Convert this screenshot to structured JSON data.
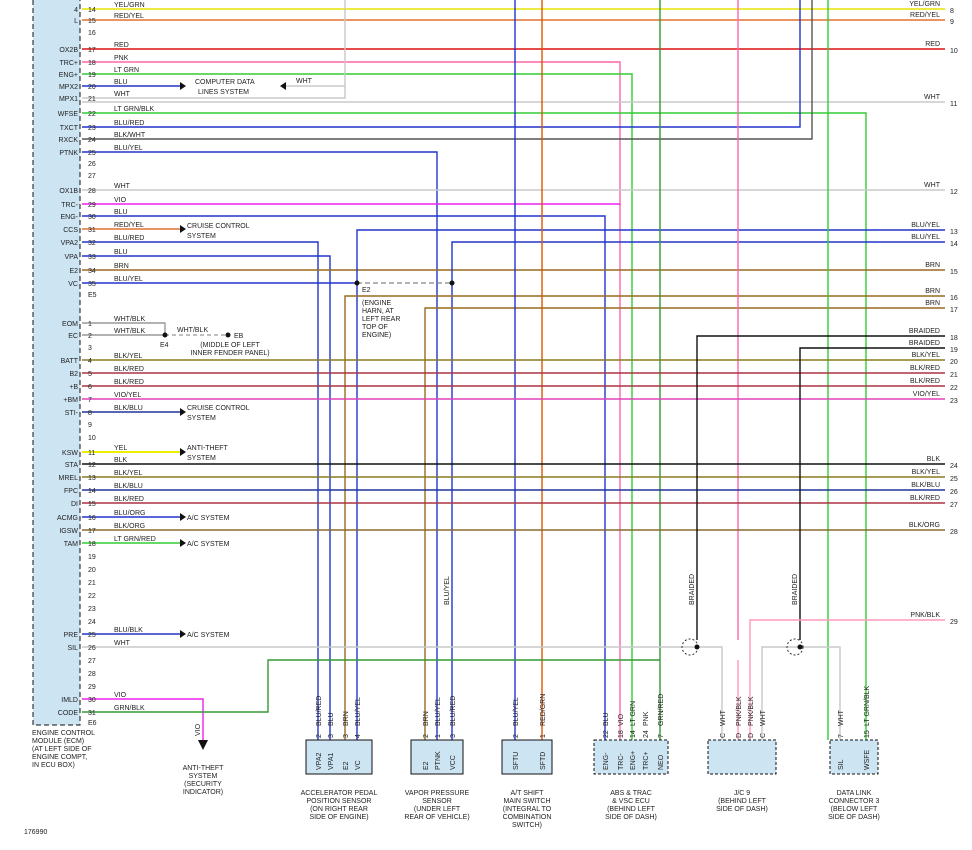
{
  "diagram_id": "176990",
  "ecm": {
    "top_pins": [
      {
        "name": "4",
        "num": "14",
        "color": "YEL/GRN"
      },
      {
        "name": "L",
        "num": "15",
        "color": "RED/YEL"
      },
      {
        "name": "",
        "num": "16",
        "color": ""
      },
      {
        "name": "OX2B",
        "num": "17",
        "color": "RED"
      },
      {
        "name": "TRC+",
        "num": "18",
        "color": "PNK"
      },
      {
        "name": "ENG+",
        "num": "19",
        "color": "LT GRN"
      },
      {
        "name": "MPX2",
        "num": "20",
        "color": "BLU"
      },
      {
        "name": "MPX1",
        "num": "21",
        "color": "WHT"
      },
      {
        "name": "WFSE",
        "num": "22",
        "color": "LT GRN/BLK"
      },
      {
        "name": "TXCT",
        "num": "23",
        "color": "BLU/RED"
      },
      {
        "name": "RXCK",
        "num": "24",
        "color": "BLK/WHT"
      },
      {
        "name": "PTNK",
        "num": "25",
        "color": "BLU/YEL"
      },
      {
        "name": "",
        "num": "26",
        "color": ""
      },
      {
        "name": "",
        "num": "27",
        "color": ""
      },
      {
        "name": "OX1B",
        "num": "28",
        "color": "WHT"
      },
      {
        "name": "TRC-",
        "num": "29",
        "color": "VIO"
      },
      {
        "name": "ENG-",
        "num": "30",
        "color": "BLU"
      },
      {
        "name": "CCS",
        "num": "31",
        "color": "RED/YEL"
      },
      {
        "name": "VPA2",
        "num": "32",
        "color": "BLU/RED"
      },
      {
        "name": "VPA",
        "num": "33",
        "color": "BLU"
      },
      {
        "name": "E2",
        "num": "34",
        "color": "BRN"
      },
      {
        "name": "VC",
        "num": "35",
        "color": "BLU/YEL"
      },
      {
        "name": "",
        "num": "E5",
        "color": ""
      }
    ],
    "bottom_pins": [
      {
        "name": "EOM",
        "num": "1",
        "color": "WHT/BLK"
      },
      {
        "name": "EC",
        "num": "2",
        "color": "WHT/BLK"
      },
      {
        "name": "",
        "num": "3",
        "color": ""
      },
      {
        "name": "BATT",
        "num": "4",
        "color": "BLK/YEL"
      },
      {
        "name": "B2",
        "num": "5",
        "color": "BLK/RED"
      },
      {
        "name": "+B",
        "num": "6",
        "color": "BLK/RED"
      },
      {
        "name": "+BM",
        "num": "7",
        "color": "VIO/YEL"
      },
      {
        "name": "STI-",
        "num": "8",
        "color": "BLK/BLU"
      },
      {
        "name": "",
        "num": "9",
        "color": ""
      },
      {
        "name": "",
        "num": "10",
        "color": ""
      },
      {
        "name": "KSW",
        "num": "11",
        "color": "YEL"
      },
      {
        "name": "STA",
        "num": "12",
        "color": "BLK"
      },
      {
        "name": "MREL",
        "num": "13",
        "color": "BLK/YEL"
      },
      {
        "name": "FPC",
        "num": "14",
        "color": "BLK/BLU"
      },
      {
        "name": "DI",
        "num": "15",
        "color": "BLK/RED"
      },
      {
        "name": "ACMG",
        "num": "16",
        "color": "BLU/ORG"
      },
      {
        "name": "IGSW",
        "num": "17",
        "color": "BLK/ORG"
      },
      {
        "name": "TAM",
        "num": "18",
        "color": "LT GRN/RED"
      },
      {
        "name": "",
        "num": "19",
        "color": ""
      },
      {
        "name": "",
        "num": "20",
        "color": ""
      },
      {
        "name": "",
        "num": "21",
        "color": ""
      },
      {
        "name": "",
        "num": "22",
        "color": ""
      },
      {
        "name": "",
        "num": "23",
        "color": ""
      },
      {
        "name": "",
        "num": "24",
        "color": ""
      },
      {
        "name": "PRE",
        "num": "25",
        "color": "BLU/BLK"
      },
      {
        "name": "SIL",
        "num": "26",
        "color": "WHT"
      },
      {
        "name": "",
        "num": "27",
        "color": ""
      },
      {
        "name": "",
        "num": "28",
        "color": ""
      },
      {
        "name": "",
        "num": "29",
        "color": ""
      },
      {
        "name": "IMLD",
        "num": "30",
        "color": "VIO"
      },
      {
        "name": "CODE",
        "num": "31",
        "color": "GRN/BLK"
      },
      {
        "name": "",
        "num": "E6",
        "color": ""
      }
    ],
    "label": [
      "ENGINE CONTROL",
      "MODULE (ECM)",
      "(AT LEFT SIDE OF",
      "ENGINE COMPT,",
      "IN ECU BOX)"
    ]
  },
  "right_edge": [
    {
      "color": "YEL/GRN",
      "ref": "8"
    },
    {
      "color": "RED/YEL",
      "ref": "9"
    },
    {
      "color": "RED",
      "ref": "10"
    },
    {
      "color": "WHT",
      "ref": "11"
    },
    {
      "color": "WHT",
      "ref": "12"
    },
    {
      "color": "BLU/YEL",
      "ref": "13"
    },
    {
      "color": "BLU/YEL",
      "ref": "14"
    },
    {
      "color": "BRN",
      "ref": "15"
    },
    {
      "color": "BRN",
      "ref": "16"
    },
    {
      "color": "BRN",
      "ref": "17"
    },
    {
      "color": "BRAIDED",
      "ref": "18"
    },
    {
      "color": "BRAIDED",
      "ref": "19"
    },
    {
      "color": "BLK/YEL",
      "ref": "20"
    },
    {
      "color": "BLK/RED",
      "ref": "21"
    },
    {
      "color": "BLK/RED",
      "ref": "22"
    },
    {
      "color": "VIO/YEL",
      "ref": "23"
    },
    {
      "color": "BLK",
      "ref": "24"
    },
    {
      "color": "BLK/YEL",
      "ref": "25"
    },
    {
      "color": "BLK/BLU",
      "ref": "26"
    },
    {
      "color": "BLK/RED",
      "ref": "27"
    },
    {
      "color": "BLK/ORG",
      "ref": "28"
    },
    {
      "color": "PNK/BLK",
      "ref": "29"
    }
  ],
  "systems": {
    "computer_data": [
      "COMPUTER DATA",
      "LINES SYSTEM"
    ],
    "computer_data_wire": "WHT",
    "cruise1": [
      "CRUISE CONTROL",
      "SYSTEM"
    ],
    "cruise2": [
      "CRUISE CONTROL",
      "SYSTEM"
    ],
    "anti_theft": [
      "ANTI-THEFT",
      "SYSTEM"
    ],
    "ac1": "A/C SYSTEM",
    "ac2": "A/C SYSTEM",
    "ac3": "A/C SYSTEM",
    "anti_theft_indicator": [
      "ANTI-THEFT",
      "SYSTEM",
      "(SECURITY",
      "INDICATOR)"
    ],
    "anti_theft_indicator_wire": "VIO"
  },
  "grounds": {
    "e2": {
      "label": "E2",
      "desc": [
        "(ENGINE",
        "HARN, AT",
        "LEFT REAR",
        "TOP OF",
        "ENGINE)"
      ]
    },
    "eb": {
      "wire": "WHT/BLK",
      "label": "EB",
      "sub": "E4",
      "desc": [
        "(MIDDLE OF LEFT",
        "INNER FENDER PANEL)"
      ]
    }
  },
  "components": [
    {
      "id": "accel",
      "pins": [
        [
          "2",
          "BLU/RED",
          "VPA2"
        ],
        [
          "3",
          "BLU",
          "VPA1"
        ],
        [
          "3",
          "BRN",
          "E2"
        ],
        [
          "4",
          "BLU/YEL",
          "VC"
        ]
      ],
      "label": [
        "ACCELERATOR PEDAL",
        "POSITION SENSOR",
        "(ON RIGHT REAR",
        "SIDE OF ENGINE)"
      ]
    },
    {
      "id": "vapor",
      "pins": [
        [
          "2",
          "BRN",
          "E2"
        ],
        [
          "1",
          "BLU/YEL",
          "PTNK"
        ],
        [
          "3",
          "BLU/RED",
          "VCC"
        ]
      ],
      "label": [
        "VAPOR PRESSURE",
        "SENSOR",
        "(UNDER LEFT",
        "REAR OF VEHICLE)"
      ]
    },
    {
      "id": "at_shift",
      "pins": [
        [
          "2",
          "BLU/YEL",
          "SFTU"
        ],
        [
          "1",
          "RED/GRN",
          "SFTD"
        ]
      ],
      "label": [
        "A/T SHIFT",
        "MAIN SWITCH",
        "(INTEGRAL TO",
        "COMBINATION",
        "SWITCH)"
      ]
    },
    {
      "id": "abs",
      "pins": [
        [
          "22",
          "BLU",
          "ENG-"
        ],
        [
          "18",
          "VIO",
          "TRC-"
        ],
        [
          "14",
          "LT GRN",
          "ENG+"
        ],
        [
          "24",
          "PNK",
          "TRC+"
        ],
        [
          "7",
          "GRN/RED",
          "NEO"
        ]
      ],
      "label": [
        "ABS & TRAC",
        "& VSC ECU",
        "(BEHIND LEFT",
        "SIDE OF DASH)"
      ]
    },
    {
      "id": "jc9",
      "pins": [
        [
          "C",
          "WHT",
          ""
        ],
        [
          "D",
          "PNK/BLK",
          ""
        ],
        [
          "D",
          "PNK/BLK",
          ""
        ],
        [
          "C",
          "WHT",
          ""
        ]
      ],
      "label": [
        "J/C 9",
        "(BEHIND LEFT",
        "SIDE OF DASH)"
      ]
    },
    {
      "id": "dlc3",
      "pins": [
        [
          "7",
          "WHT",
          "SIL"
        ],
        [
          "15",
          "LT GRN/BLK",
          "WSFE"
        ]
      ],
      "label": [
        "DATA LINK",
        "CONNECTOR 3",
        "(BELOW LEFT",
        "SIDE OF DASH)"
      ]
    }
  ],
  "braided": "BRAIDED",
  "vapor_feed_wire": "BLU/YEL",
  "colors": {
    "blue": "#2233cc",
    "red": "#dd1111",
    "pink": "#ff66aa",
    "ltgrn": "#33cc33",
    "yel": "#eeee00",
    "brn": "#9a6a20",
    "vio": "#ee22ee",
    "blk": "#111111",
    "wht": "#c8c8c8",
    "grnblk": "#339933",
    "bluyel": "#3344cc",
    "orng": "#dd5500"
  }
}
